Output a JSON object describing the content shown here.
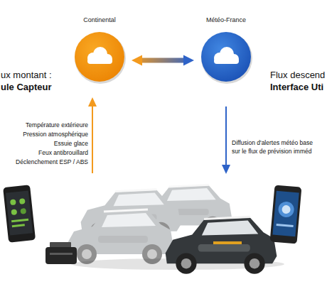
{
  "diagram": {
    "nodes": [
      {
        "text": [
          "Continental"
        ]
      },
      {
        "text": [
          "Météo-France"
        ]
      }
    ],
    "edges": [
      {
        "from": 0,
        "to": 1,
        "arrow": "both"
      }
    ],
    "labels": [
      "ux montant :",
      "ule Capteur",
      "Température extérieure",
      "Pression atmosphérique",
      "Essuie glace",
      "Feux antibrouillard",
      "Déclenchement ESP / ABS",
      "Flux descend",
      "Interface Uti",
      "Diffusion d'alertes météo base",
      "sur le flux de prévision imméd"
    ]
  }
}
